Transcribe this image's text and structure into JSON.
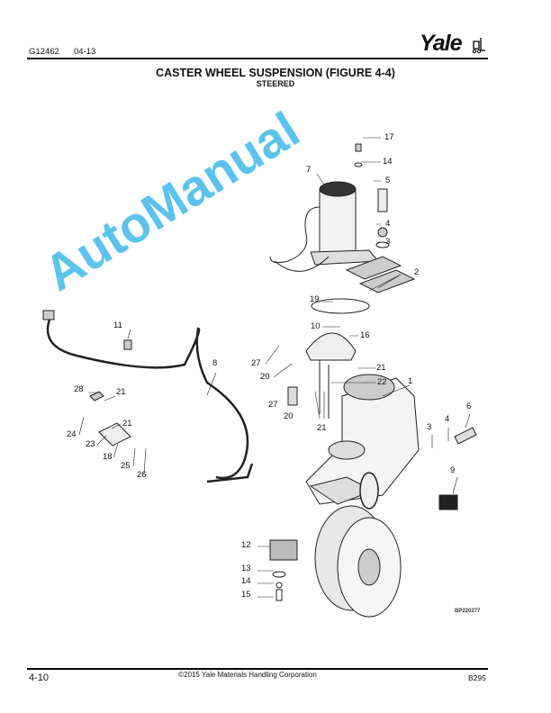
{
  "header": {
    "doc_id": "G12462",
    "date": "04-13",
    "logo": "Yale"
  },
  "title": "CASTER WHEEL SUSPENSION (FIGURE 4-4)",
  "subtitle": "STEERED",
  "figure": {
    "code": "BP220277",
    "callouts": [
      "17",
      "14",
      "5",
      "4",
      "3",
      "7",
      "2",
      "19",
      "10",
      "16",
      "27",
      "20",
      "21",
      "22",
      "27",
      "20",
      "21",
      "1",
      "11",
      "8",
      "28",
      "21",
      "24",
      "21",
      "23",
      "18",
      "25",
      "26",
      "6",
      "4",
      "3",
      "9",
      "12",
      "13",
      "14",
      "15"
    ]
  },
  "watermark": "AutoManual",
  "footer": {
    "page": "4-10",
    "copyright": "©2015 Yale Materials Handling Corporation",
    "ref": "B295"
  },
  "colors": {
    "watermark": "#5cc3ee"
  }
}
